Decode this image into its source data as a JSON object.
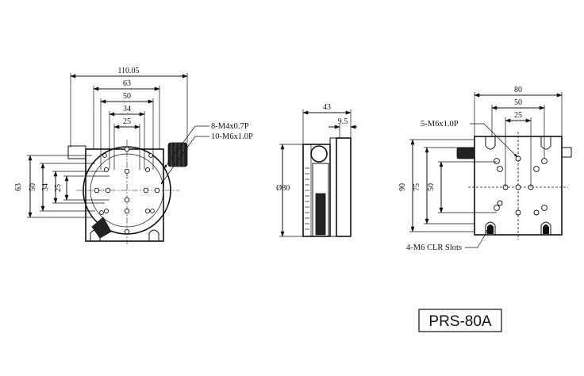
{
  "model_label": "PRS-80A",
  "front_view": {
    "dims_top": [
      "110.05",
      "63",
      "50",
      "34",
      "25"
    ],
    "dims_left": [
      "63",
      "50",
      "34",
      "25"
    ],
    "callouts": [
      "8-M4x0.7P",
      "10-M6x1.0P"
    ]
  },
  "side_view": {
    "dims_top": [
      "43",
      "9.5"
    ],
    "dim_diameter": "Ø80"
  },
  "right_view": {
    "dims_top": [
      "80",
      "50",
      "25"
    ],
    "dims_left": [
      "90",
      "75",
      "50"
    ],
    "callouts": [
      "5-M6x1.0P",
      "4-M6 CLR Slots"
    ]
  }
}
